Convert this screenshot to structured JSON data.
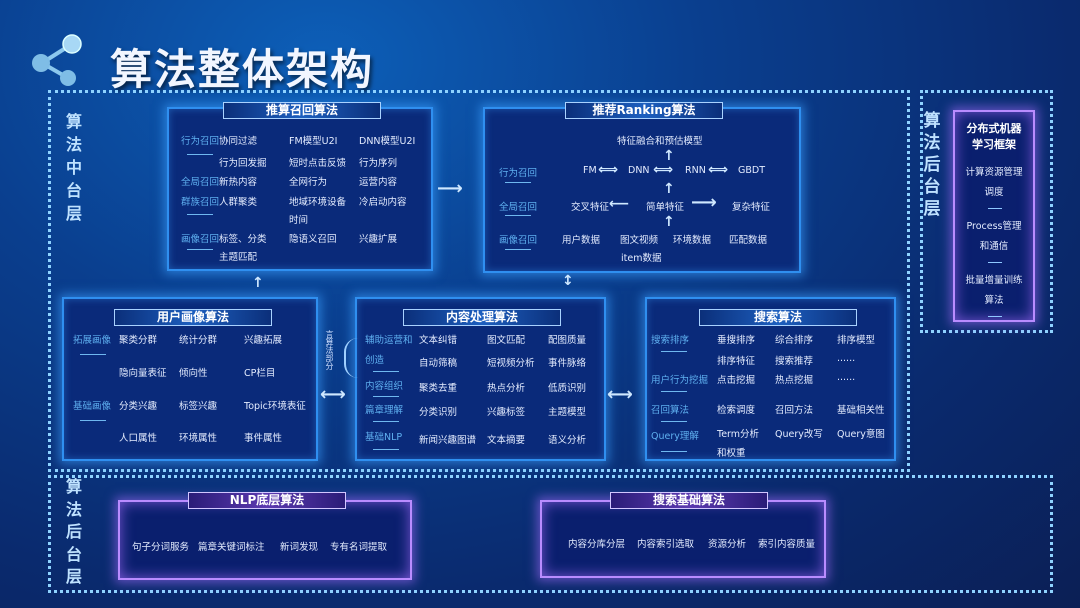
{
  "title": "算法整体架构",
  "icons": {
    "logo": "share-icon"
  },
  "colors": {
    "accent": "#2f8ff0",
    "label": "#5fb0f0",
    "purple": "#b98cff"
  },
  "mid_layer_label": "算法中台层",
  "right_layer_label": "算法后台层",
  "bottom_layer_label": "算法后台层",
  "side_note": "言算法部分",
  "recall": {
    "title": "推算召回算法",
    "labels": [
      "行为召回",
      "全局召回",
      "群族召回",
      "画像召回"
    ],
    "cells": [
      [
        "协同过滤",
        "FM模型U2I",
        "DNN模型U2I"
      ],
      [
        "行为回发掘",
        "短时点击反馈",
        "行为序列"
      ],
      [
        "新热内容",
        "全网行为",
        "运营内容"
      ],
      [
        "人群聚类",
        "地域环境设备",
        "冷启动内容"
      ],
      [
        "",
        "时间",
        ""
      ],
      [
        "标签、分类",
        "隐语义召回",
        "兴趣扩展"
      ],
      [
        "主题匹配",
        "",
        ""
      ]
    ]
  },
  "ranking": {
    "title": "推荐Ranking算法",
    "labels": [
      "行为召回",
      "全局召回",
      "画像召回"
    ],
    "top": "特征融合和预估模型",
    "models": [
      "FM",
      "DNN",
      "RNN",
      "GBDT"
    ],
    "features": [
      "交叉特征",
      "简单特征",
      "复杂特征"
    ],
    "data": [
      "用户数据",
      "图文视频",
      "环境数据",
      "匹配数据"
    ],
    "item": "item数据"
  },
  "profile": {
    "title": "用户画像算法",
    "labels": [
      "拓展画像",
      "基础画像"
    ],
    "cells": [
      [
        "聚类分群",
        "统计分群",
        "兴趣拓展"
      ],
      [
        "隐向量表征",
        "倾向性",
        "CP栏目"
      ],
      [
        "分类兴趣",
        "标签兴趣",
        "Topic环境表征"
      ],
      [
        "人口属性",
        "环境属性",
        "事件属性"
      ]
    ]
  },
  "content": {
    "title": "内容处理算法",
    "labels": [
      "辅助运营和",
      "创造",
      "内容组织",
      "篇章理解",
      "基础NLP"
    ],
    "cells": [
      [
        "文本纠错",
        "图文匹配",
        "配图质量"
      ],
      [
        "自动筛稿",
        "短视频分析",
        "事件脉络"
      ],
      [
        "聚类去重",
        "热点分析",
        "低质识别"
      ],
      [
        "分类识别",
        "兴趣标签",
        "主题模型"
      ],
      [
        "新闻兴趣图谱",
        "文本摘要",
        "语义分析"
      ]
    ]
  },
  "search": {
    "title": "搜索算法",
    "labels": [
      "搜索排序",
      "用户行为挖掘",
      "召回算法",
      "Query理解"
    ],
    "cells": [
      [
        "垂搜排序",
        "综合排序",
        "排序模型"
      ],
      [
        "排序特征",
        "搜索推荐",
        "......"
      ],
      [
        "点击挖掘",
        "热点挖掘",
        "......"
      ],
      [
        "检索调度",
        "召回方法",
        "基础相关性"
      ],
      [
        "Term分析",
        "Query改写",
        "Query意图"
      ],
      [
        "和权重",
        "",
        ""
      ]
    ]
  },
  "distributed": {
    "title": [
      "分布式机器",
      "学习框架"
    ],
    "items": [
      [
        "计算资源管理",
        "调度"
      ],
      [
        "Process管理",
        "和通信"
      ],
      [
        "批量增量训练",
        "算法"
      ]
    ]
  },
  "nlp_base": {
    "title": "NLP底层算法",
    "items": [
      "句子分词服务",
      "篇章关键词标注",
      "新词发现",
      "专有名词提取"
    ]
  },
  "search_base": {
    "title": "搜索基础算法",
    "items": [
      "内容分库分层",
      "内容索引选取",
      "资源分析",
      "索引内容质量"
    ]
  }
}
